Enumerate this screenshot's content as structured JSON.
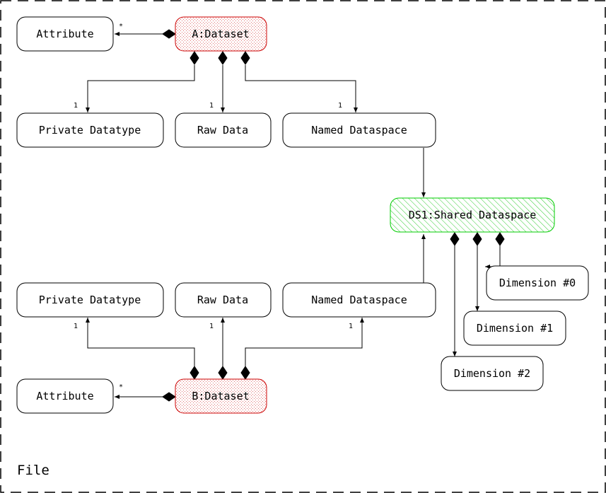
{
  "frame_label": "File",
  "boxes": {
    "a_dataset": "A:Dataset",
    "a_attribute": "Attribute",
    "a_private_datatype": "Private Datatype",
    "a_raw_data": "Raw Data",
    "a_named_dataspace": "Named Dataspace",
    "shared_dataspace": "DS1:Shared Dataspace",
    "dim0": "Dimension #0",
    "dim1": "Dimension #1",
    "dim2": "Dimension #2",
    "b_private_datatype": "Private Datatype",
    "b_raw_data": "Raw Data",
    "b_named_dataspace": "Named Dataspace",
    "b_attribute": "Attribute",
    "b_dataset": "B:Dataset"
  },
  "multiplicities": {
    "a_attribute": "*",
    "a_private_datatype": "1",
    "a_raw_data": "1",
    "a_named_dataspace": "1",
    "b_private_datatype": "1",
    "b_raw_data": "1",
    "b_named_dataspace": "1",
    "b_attribute": "*"
  },
  "colors": {
    "dataset_border": "#cc0000",
    "dataset_fill_dots": "#e07070",
    "shared_border": "#00cc00",
    "shared_hatch": "#33cc33"
  }
}
